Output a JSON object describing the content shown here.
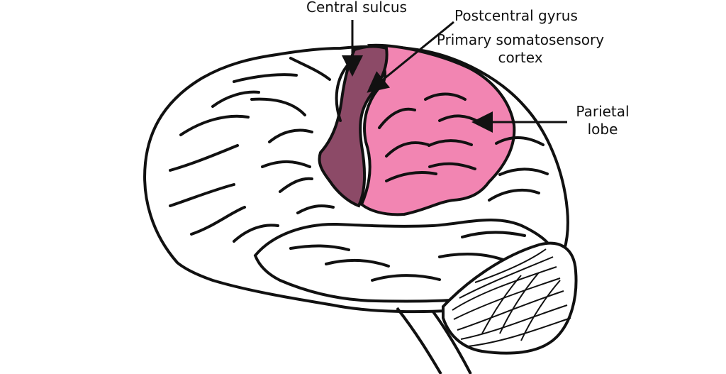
{
  "labels": {
    "central_sulcus": "Central sulcus",
    "postcentral_gyrus": "Postcentral gyrus",
    "primary_somatosensory_line1": "Primary somatosensory",
    "primary_somatosensory_line2": "cortex",
    "parietal_line1": "Parietal",
    "parietal_line2": "lobe"
  },
  "colors": {
    "outline": "#111111",
    "postcentral_gyrus_fill": "#8c4a67",
    "parietal_lobe_fill": "#f285b2",
    "cortex_fill": "#ffffff"
  }
}
